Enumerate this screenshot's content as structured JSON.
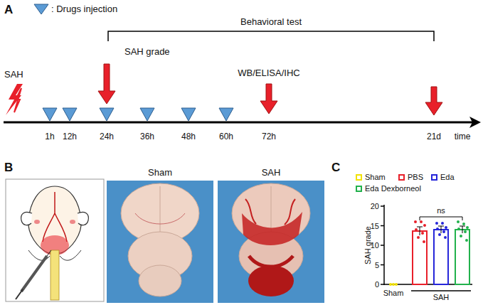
{
  "diagram": {
    "labels": [
      "A",
      "SAH",
      "SAH grade",
      "Behavioral test",
      "WB/ELISA/IHC",
      "1h",
      "12h",
      "24h",
      "36h",
      "48h",
      "60h",
      "72h",
      "21d",
      "time",
      "B",
      "Sham",
      "SAH",
      "C",
      "SAH grade",
      "20",
      "15",
      "10",
      "5",
      "0",
      "ns",
      "Sham",
      "SAH"
    ],
    "legend": [
      {
        "text": ": Drugs injection"
      },
      {
        "text": "Sham",
        "color": "#f2e200"
      },
      {
        "text": "PBS",
        "color": "#e8202a"
      },
      {
        "text": "Eda",
        "color": "#2626d9"
      },
      {
        "text": "Eda Dexborneol",
        "color": "#22b14c"
      }
    ]
  }
}
